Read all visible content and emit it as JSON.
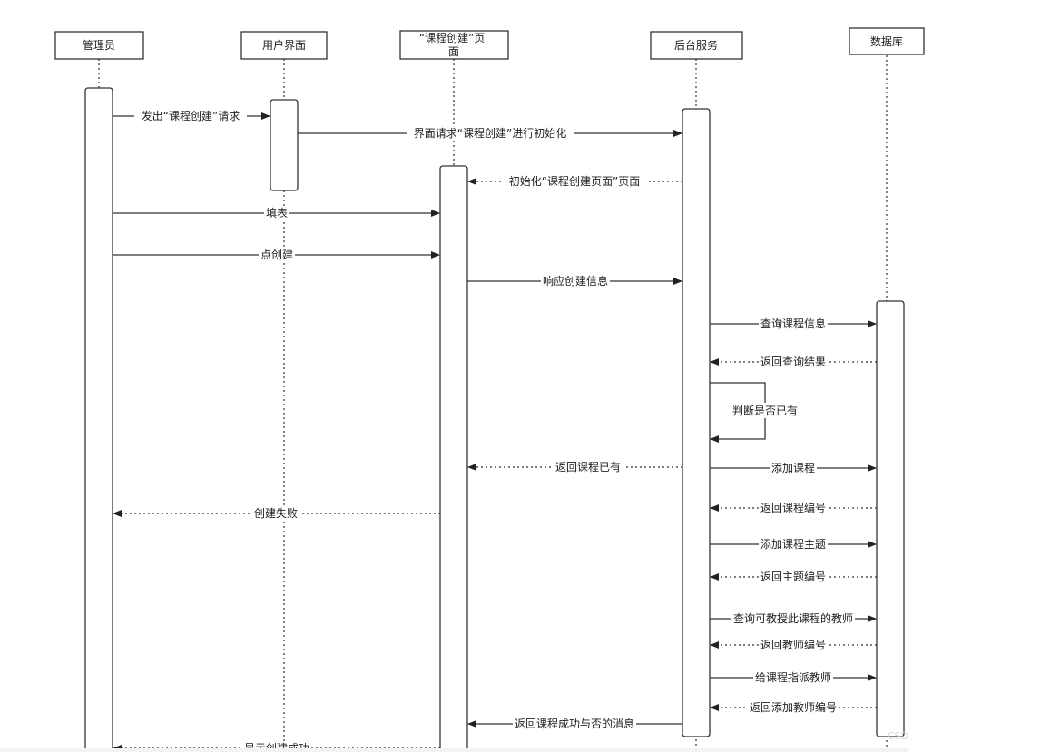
{
  "actors": [
    {
      "id": "admin",
      "label": "管理员"
    },
    {
      "id": "ui",
      "label": "用户界面"
    },
    {
      "id": "page",
      "label": "“课程创建”页面"
    },
    {
      "id": "server",
      "label": "后台服务"
    },
    {
      "id": "db",
      "label": "数据库"
    }
  ],
  "messages": [
    {
      "from": "admin",
      "to": "ui",
      "label": "发出“课程创建”请求",
      "style": "solid"
    },
    {
      "from": "ui",
      "to": "server",
      "label": "界面请求“课程创建”进行初始化",
      "style": "solid"
    },
    {
      "from": "server",
      "to": "page",
      "label": "初始化“课程创建页面”页面",
      "style": "dotted"
    },
    {
      "from": "admin",
      "to": "page",
      "label": "填表",
      "style": "solid"
    },
    {
      "from": "admin",
      "to": "page",
      "label": "点创建",
      "style": "solid"
    },
    {
      "from": "page",
      "to": "server",
      "label": "响应创建信息",
      "style": "solid"
    },
    {
      "from": "server",
      "to": "db",
      "label": "查询课程信息",
      "style": "solid"
    },
    {
      "from": "db",
      "to": "server",
      "label": "返回查询结果",
      "style": "dotted"
    },
    {
      "from": "server",
      "to": "server",
      "label": "判断是否已有",
      "style": "solid"
    },
    {
      "from": "server",
      "to": "page",
      "label": "返回课程已有",
      "style": "dotted"
    },
    {
      "from": "server",
      "to": "db",
      "label": "添加课程",
      "style": "solid"
    },
    {
      "from": "db",
      "to": "server",
      "label": "返回课程编号",
      "style": "dotted"
    },
    {
      "from": "page",
      "to": "admin",
      "label": "创建失败",
      "style": "dotted"
    },
    {
      "from": "server",
      "to": "db",
      "label": "添加课程主题",
      "style": "solid"
    },
    {
      "from": "db",
      "to": "server",
      "label": "返回主题编号",
      "style": "dotted"
    },
    {
      "from": "server",
      "to": "db",
      "label": "查询可教授此课程的教师",
      "style": "solid"
    },
    {
      "from": "db",
      "to": "server",
      "label": "返回教师编号",
      "style": "dotted"
    },
    {
      "from": "server",
      "to": "db",
      "label": "给课程指派教师",
      "style": "solid"
    },
    {
      "from": "db",
      "to": "server",
      "label": "返回添加教师编号",
      "style": "dotted"
    },
    {
      "from": "server",
      "to": "page",
      "label": "返回课程成功与否的消息",
      "style": "solid"
    },
    {
      "from": "page",
      "to": "admin",
      "label": "显示创建成功",
      "style": "dotted"
    }
  ],
  "watermark": "CSD"
}
